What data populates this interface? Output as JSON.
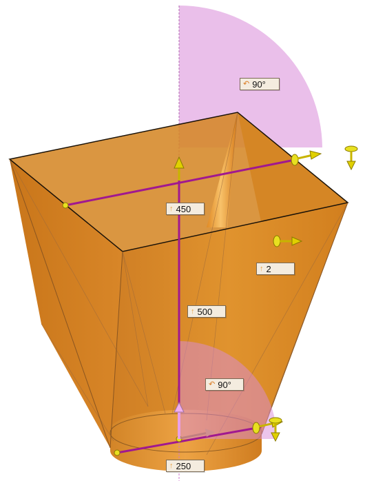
{
  "dimensions": {
    "top_angle": "90°",
    "height_top": "450",
    "thickness": "2",
    "height_body": "500",
    "bottom_angle": "90°",
    "bottom_diameter": "250"
  },
  "icons": {
    "height": "arrow-up-icon",
    "angle": "rotate-icon"
  },
  "colors": {
    "body": "#d9821f",
    "body_dark": "#b86a18",
    "axis": "#a01890",
    "angle_sector": "#d98bd9",
    "gizmo": "#c8b400",
    "label_bg": "#f4ecdf"
  }
}
